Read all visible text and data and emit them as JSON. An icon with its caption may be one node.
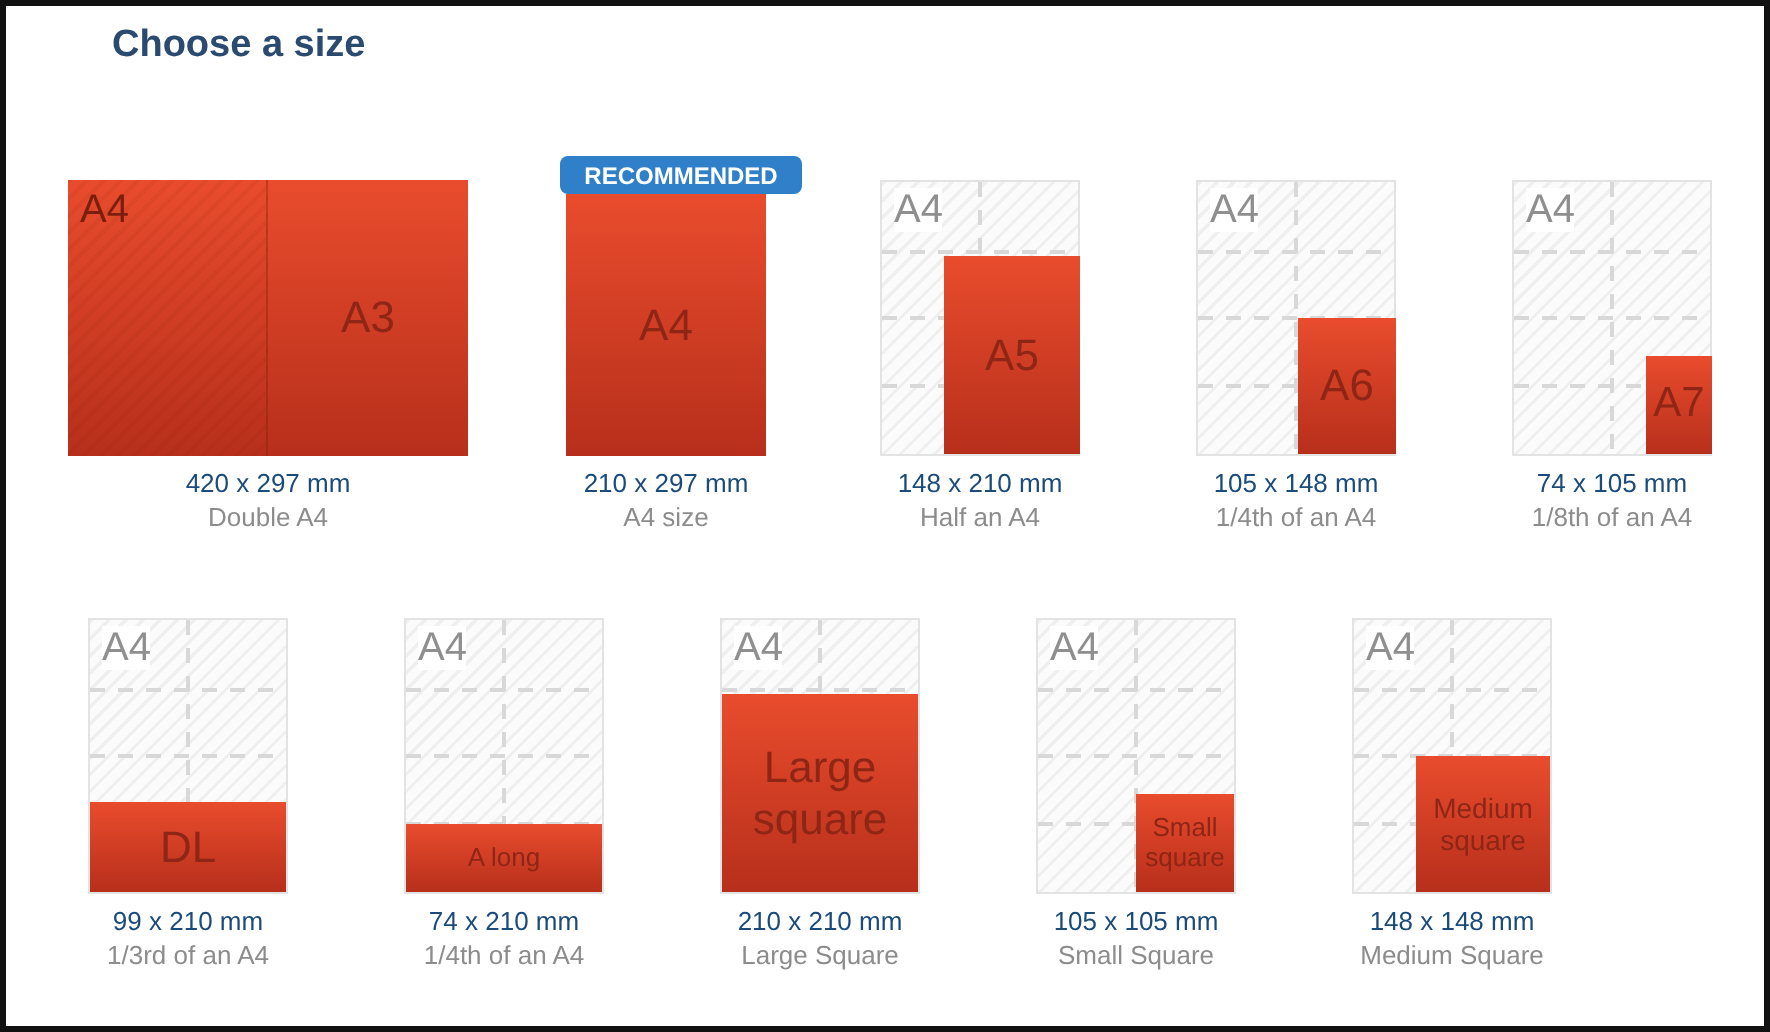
{
  "diagram": {
    "title": "Choose a size",
    "nodes": [
      {
        "text": [
          "A3"
        ],
        "beside": [
          "420 x 297 mm",
          "Double A4"
        ]
      },
      {
        "text": [
          "A4"
        ],
        "in": 0
      },
      {
        "text": [
          "RECOMMENDED"
        ]
      },
      {
        "text": [
          "A4"
        ],
        "beside": [
          "210 x 297 mm",
          "A4 size"
        ]
      },
      {
        "text": [
          "A4"
        ],
        "beside": [
          "148 x 210 mm",
          "Half an A4"
        ]
      },
      {
        "text": [
          "A5"
        ],
        "in": 4
      },
      {
        "text": [
          "A4"
        ],
        "beside": [
          "105 x 148 mm",
          "1/4th of an A4"
        ]
      },
      {
        "text": [
          "A6"
        ],
        "in": 6
      },
      {
        "text": [
          "A4"
        ],
        "beside": [
          "74 x 105 mm",
          "1/8th of an A4"
        ]
      },
      {
        "text": [
          "A7"
        ],
        "in": 8
      },
      {
        "text": [
          "A4"
        ],
        "beside": [
          "99 x 210 mm",
          "1/3rd of an A4"
        ]
      },
      {
        "text": [
          "DL"
        ],
        "in": 10
      },
      {
        "text": [
          "A4"
        ],
        "beside": [
          "74 x 210 mm",
          "1/4th of an A4"
        ]
      },
      {
        "text": [
          "A long"
        ],
        "in": 12
      },
      {
        "text": [
          "A4"
        ],
        "beside": [
          "210 x 210 mm",
          "Large Square"
        ]
      },
      {
        "text": [
          "Large square"
        ],
        "in": 14
      },
      {
        "text": [
          "A4"
        ],
        "beside": [
          "105 x 105 mm",
          "Small Square"
        ]
      },
      {
        "text": [
          "Small square"
        ],
        "in": 16
      },
      {
        "text": [
          "A4"
        ],
        "beside": [
          "148 x 148 mm",
          "Medium Square"
        ]
      },
      {
        "text": [
          "Medium square"
        ],
        "in": 18
      }
    ]
  }
}
